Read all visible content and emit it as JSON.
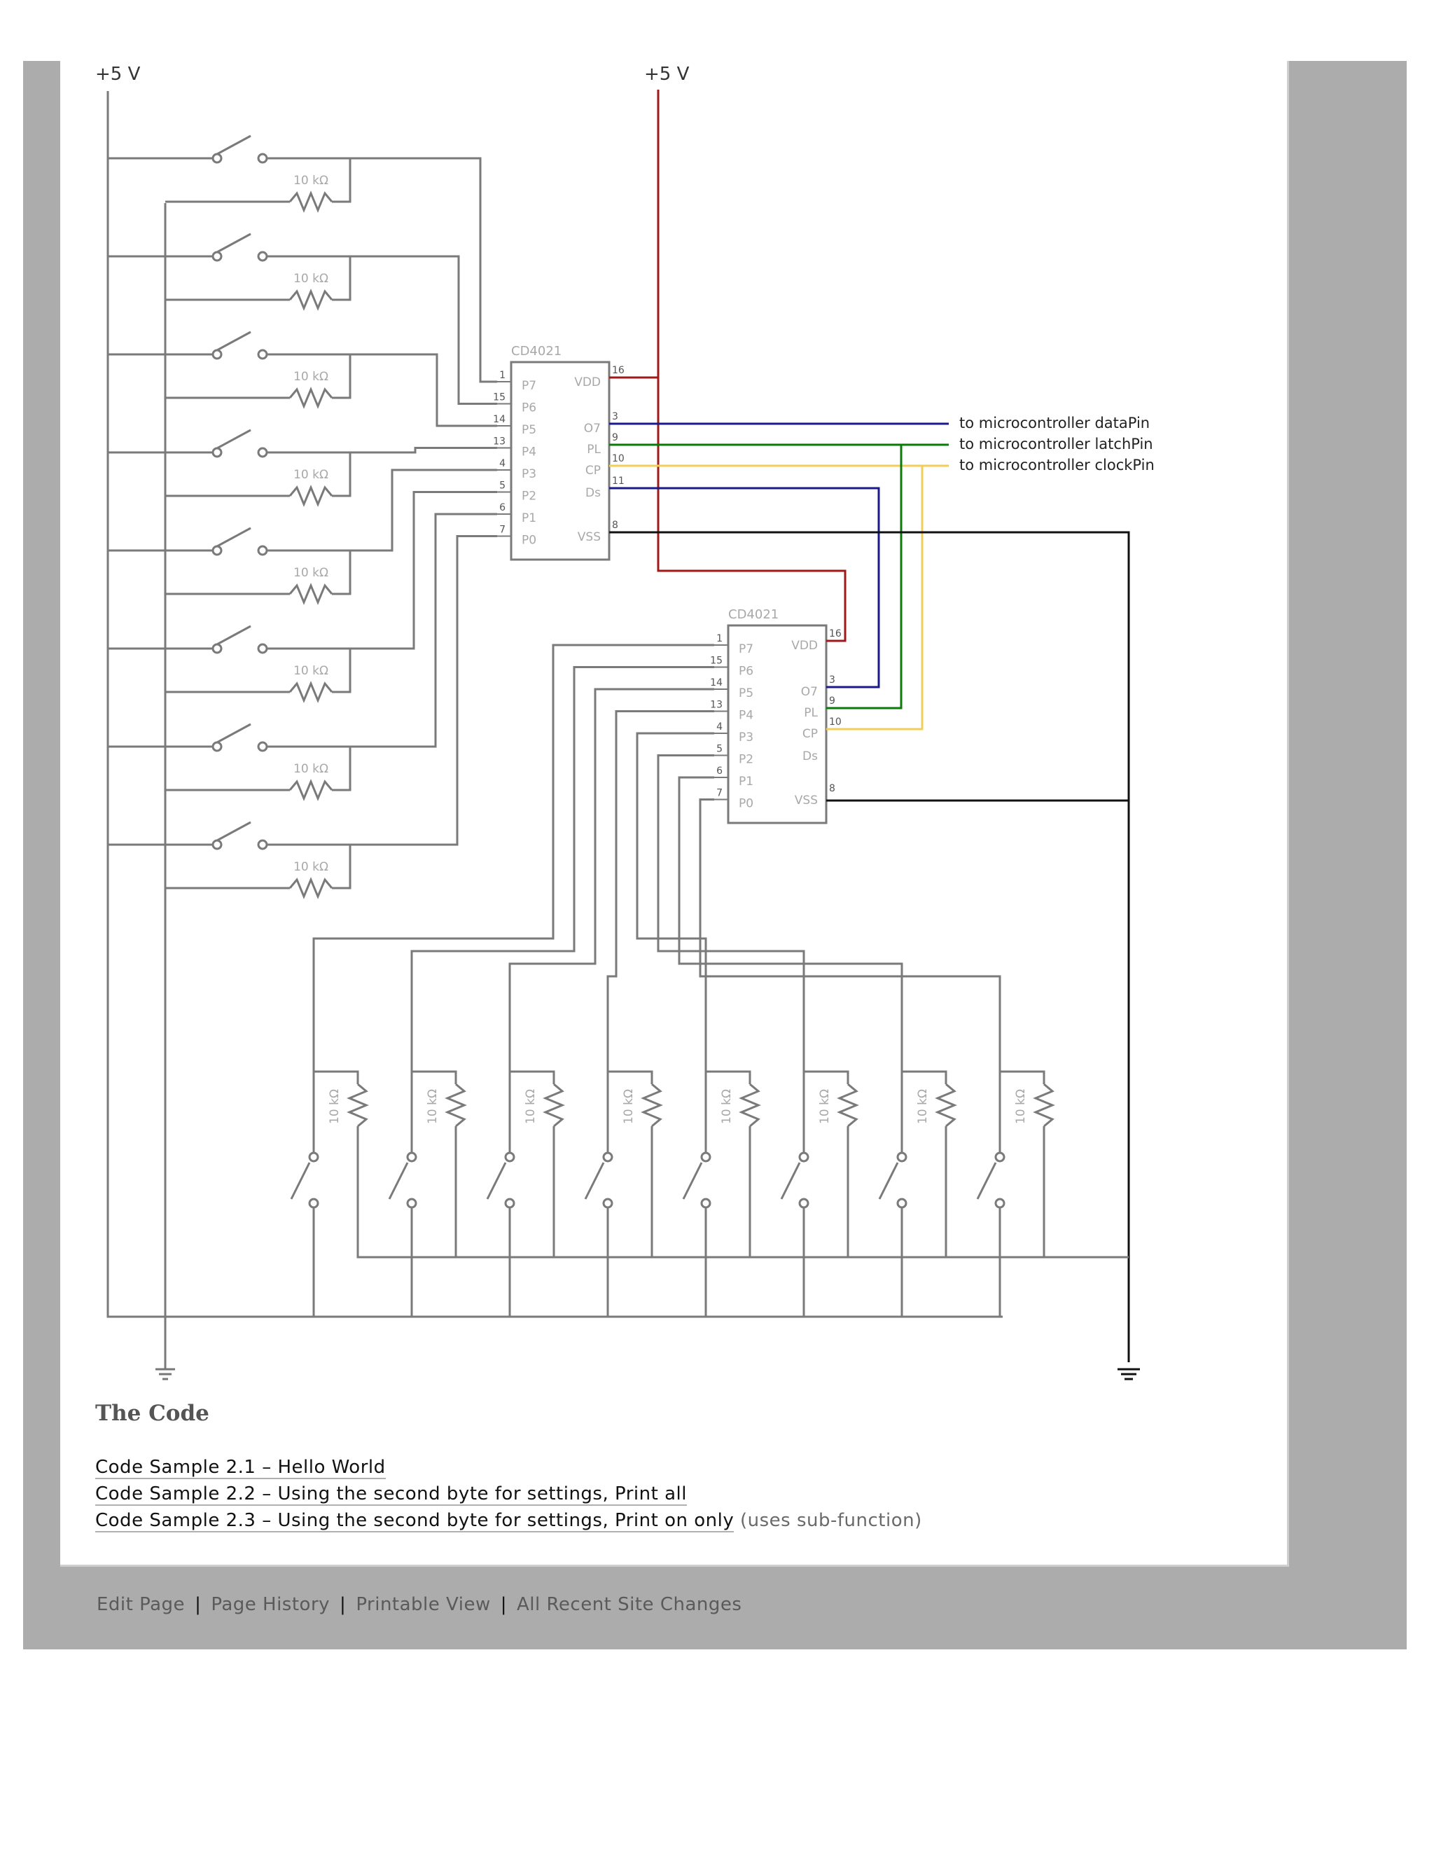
{
  "diagram": {
    "supply_left": "+5 V",
    "supply_right": "+5 V",
    "chip_top_label": "CD4021",
    "chip_bottom_label": "CD4021",
    "resistor_label": "10 kΩ",
    "chip_left_pins": [
      {
        "num": "1",
        "name": "P7"
      },
      {
        "num": "15",
        "name": "P6"
      },
      {
        "num": "14",
        "name": "P5"
      },
      {
        "num": "13",
        "name": "P4"
      },
      {
        "num": "4",
        "name": "P3"
      },
      {
        "num": "5",
        "name": "P2"
      },
      {
        "num": "6",
        "name": "P1"
      },
      {
        "num": "7",
        "name": "P0"
      }
    ],
    "chip_right_pins": [
      {
        "num": "16",
        "name": "VDD"
      },
      {
        "num": "3",
        "name": "O7"
      },
      {
        "num": "9",
        "name": "PL"
      },
      {
        "num": "10",
        "name": "CP"
      },
      {
        "num": "11",
        "name": "Ds"
      },
      {
        "num": "8",
        "name": "VSS"
      }
    ],
    "connections": [
      {
        "label": "to microcontroller dataPin",
        "color": "#1a1a8c"
      },
      {
        "label": "to microcontroller latchPin",
        "color": "#0a7a0a"
      },
      {
        "label": "to microcontroller clockPin",
        "color": "#f2cd5a"
      }
    ],
    "colors": {
      "wire": "#7a7a7a",
      "power": "#a01818",
      "ground": "#111111",
      "chip_text": "#a8a8a8"
    }
  },
  "code": {
    "title": "The Code",
    "links": [
      {
        "text": "Code Sample 2.1 – Hello World",
        "note": ""
      },
      {
        "text": "Code Sample 2.2 – Using the second byte for settings, Print all",
        "note": ""
      },
      {
        "text": "Code Sample 2.3 – Using the second byte for settings, Print on only",
        "note": "(uses sub-function)"
      }
    ]
  },
  "footer": {
    "links": [
      "Edit Page",
      "Page History",
      "Printable View",
      "All Recent Site Changes"
    ],
    "separator": "|"
  }
}
